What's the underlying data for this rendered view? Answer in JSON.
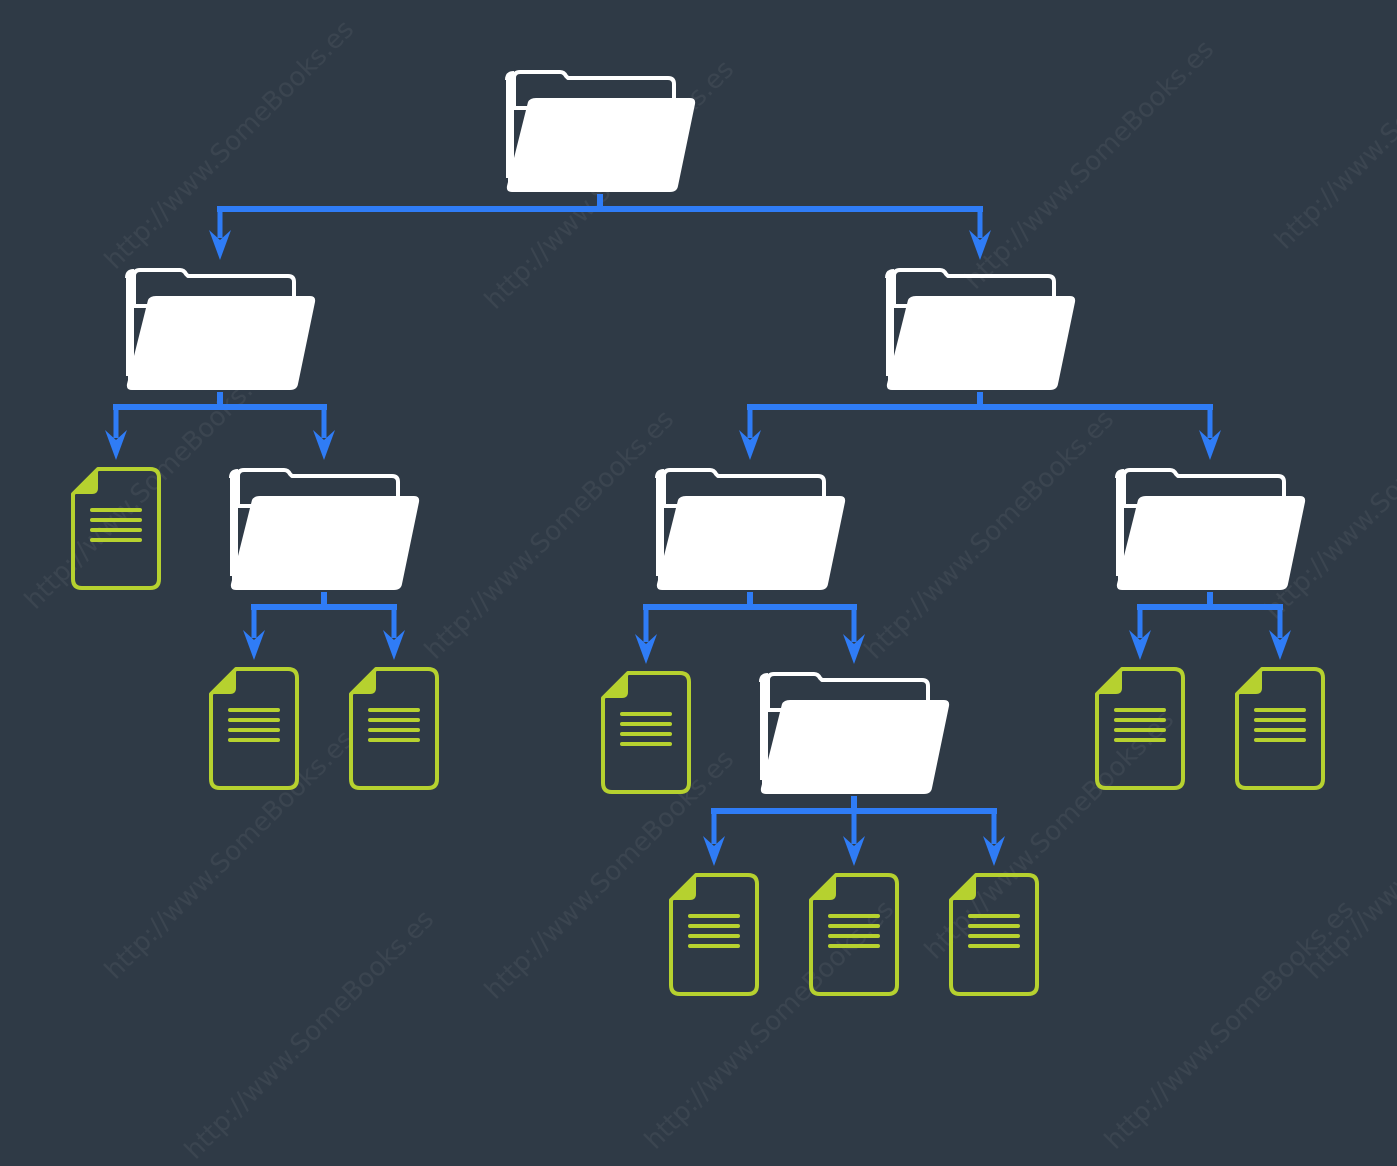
{
  "colors": {
    "background": "#2f3a46",
    "connector": "#2f7cf6",
    "folder": "#ffffff",
    "file": "#b6d12f",
    "watermark": "rgba(255,255,255,0.06)"
  },
  "watermark_text": "http://www.SomeBooks.es",
  "tree": {
    "type": "folder",
    "icon": "folder-open-icon",
    "children": [
      {
        "type": "folder",
        "icon": "folder-open-icon",
        "children": [
          {
            "type": "file",
            "icon": "file-document-icon"
          },
          {
            "type": "folder",
            "icon": "folder-open-icon",
            "children": [
              {
                "type": "file",
                "icon": "file-document-icon"
              },
              {
                "type": "file",
                "icon": "file-document-icon"
              }
            ]
          }
        ]
      },
      {
        "type": "folder",
        "icon": "folder-open-icon",
        "children": [
          {
            "type": "folder",
            "icon": "folder-open-icon",
            "children": [
              {
                "type": "file",
                "icon": "file-document-icon"
              },
              {
                "type": "folder",
                "icon": "folder-open-icon",
                "children": [
                  {
                    "type": "file",
                    "icon": "file-document-icon"
                  },
                  {
                    "type": "file",
                    "icon": "file-document-icon"
                  },
                  {
                    "type": "file",
                    "icon": "file-document-icon"
                  }
                ]
              }
            ]
          },
          {
            "type": "folder",
            "icon": "folder-open-icon",
            "children": [
              {
                "type": "file",
                "icon": "file-document-icon"
              },
              {
                "type": "file",
                "icon": "file-document-icon"
              }
            ]
          }
        ]
      }
    ]
  }
}
